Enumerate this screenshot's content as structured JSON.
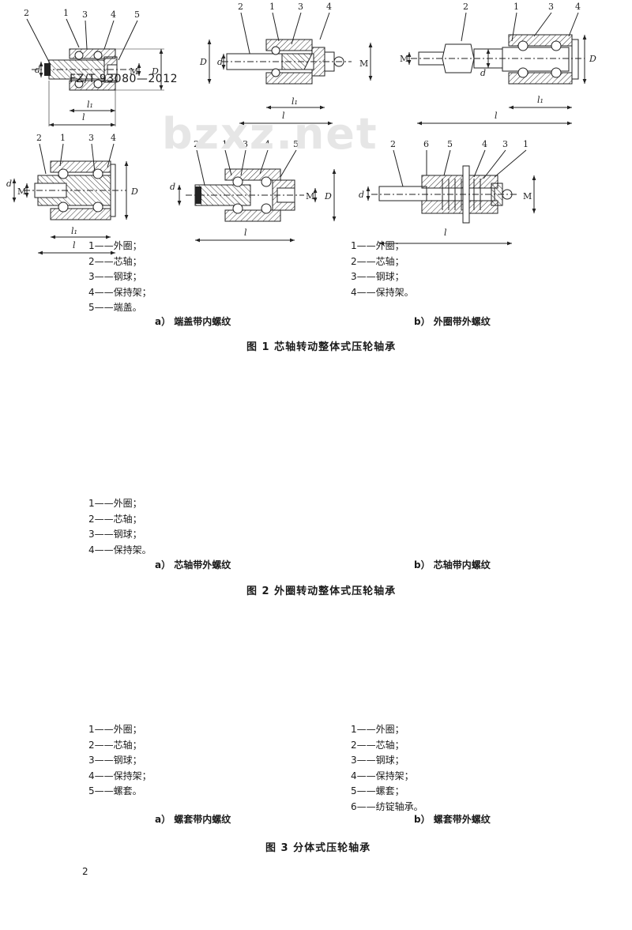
{
  "header": {
    "standard": "FZ/T 93080—2012"
  },
  "watermark": "bzxz.net",
  "page_number": "2",
  "figure1": {
    "caption": "图 1   芯轴转动整体式压轮轴承",
    "a": {
      "subcaption": "a）   端盖带内螺纹",
      "legend": [
        "1——外圈；",
        "2——芯轴；",
        "3——钢球；",
        "4——保持架；",
        "5——端盖。"
      ],
      "callouts": [
        "2",
        "1",
        "3",
        "4",
        "5"
      ],
      "dims": {
        "d": "d",
        "M": "M",
        "D": "D",
        "l1": "l₁",
        "l": "l"
      }
    },
    "b": {
      "subcaption": "b）   外圈带外螺纹",
      "legend": [
        "1——外圈；",
        "2——芯轴；",
        "3——钢球；",
        "4——保持架。"
      ],
      "callouts": [
        "2",
        "1",
        "3",
        "4"
      ],
      "dims": {
        "d": "d",
        "M": "M",
        "D": "D",
        "l1": "l₁",
        "l": "l"
      }
    }
  },
  "figure2": {
    "caption": "图 2   外圈转动整体式压轮轴承",
    "a": {
      "subcaption": "a）   芯轴带外螺纹",
      "legend": [
        "1——外圈；",
        "2——芯轴；",
        "3——钢球；",
        "4——保持架。"
      ],
      "callouts": [
        "2",
        "1",
        "3",
        "4"
      ],
      "dims": {
        "d": "d",
        "M": "M",
        "D": "D",
        "l1": "l₁",
        "l": "l"
      }
    },
    "b": {
      "subcaption": "b）   芯轴带内螺纹",
      "callouts": [
        "2",
        "1",
        "3",
        "4"
      ],
      "dims": {
        "d": "d",
        "M": "M",
        "D": "D",
        "l1": "l₁",
        "l": "l"
      }
    }
  },
  "figure3": {
    "caption": "图 3   分体式压轮轴承",
    "a": {
      "subcaption": "a）   螺套带内螺纹",
      "legend": [
        "1——外圈；",
        "2——芯轴；",
        "3——钢球；",
        "4——保持架；",
        "5——螺套。"
      ],
      "callouts": [
        "2",
        "1",
        "3",
        "4",
        "5"
      ],
      "dims": {
        "d": "d",
        "M": "M",
        "D": "D",
        "l": "l"
      }
    },
    "b": {
      "subcaption": "b）   螺套带外螺纹",
      "legend": [
        "1——外圈；",
        "2——芯轴；",
        "3——钢球；",
        "4——保持架；",
        "5——螺套；",
        "6——纺锭轴承。"
      ],
      "callouts": [
        "2",
        "6",
        "5",
        "4",
        "3",
        "1"
      ],
      "dims": {
        "d": "d",
        "M": "M",
        "l": "l"
      }
    }
  }
}
